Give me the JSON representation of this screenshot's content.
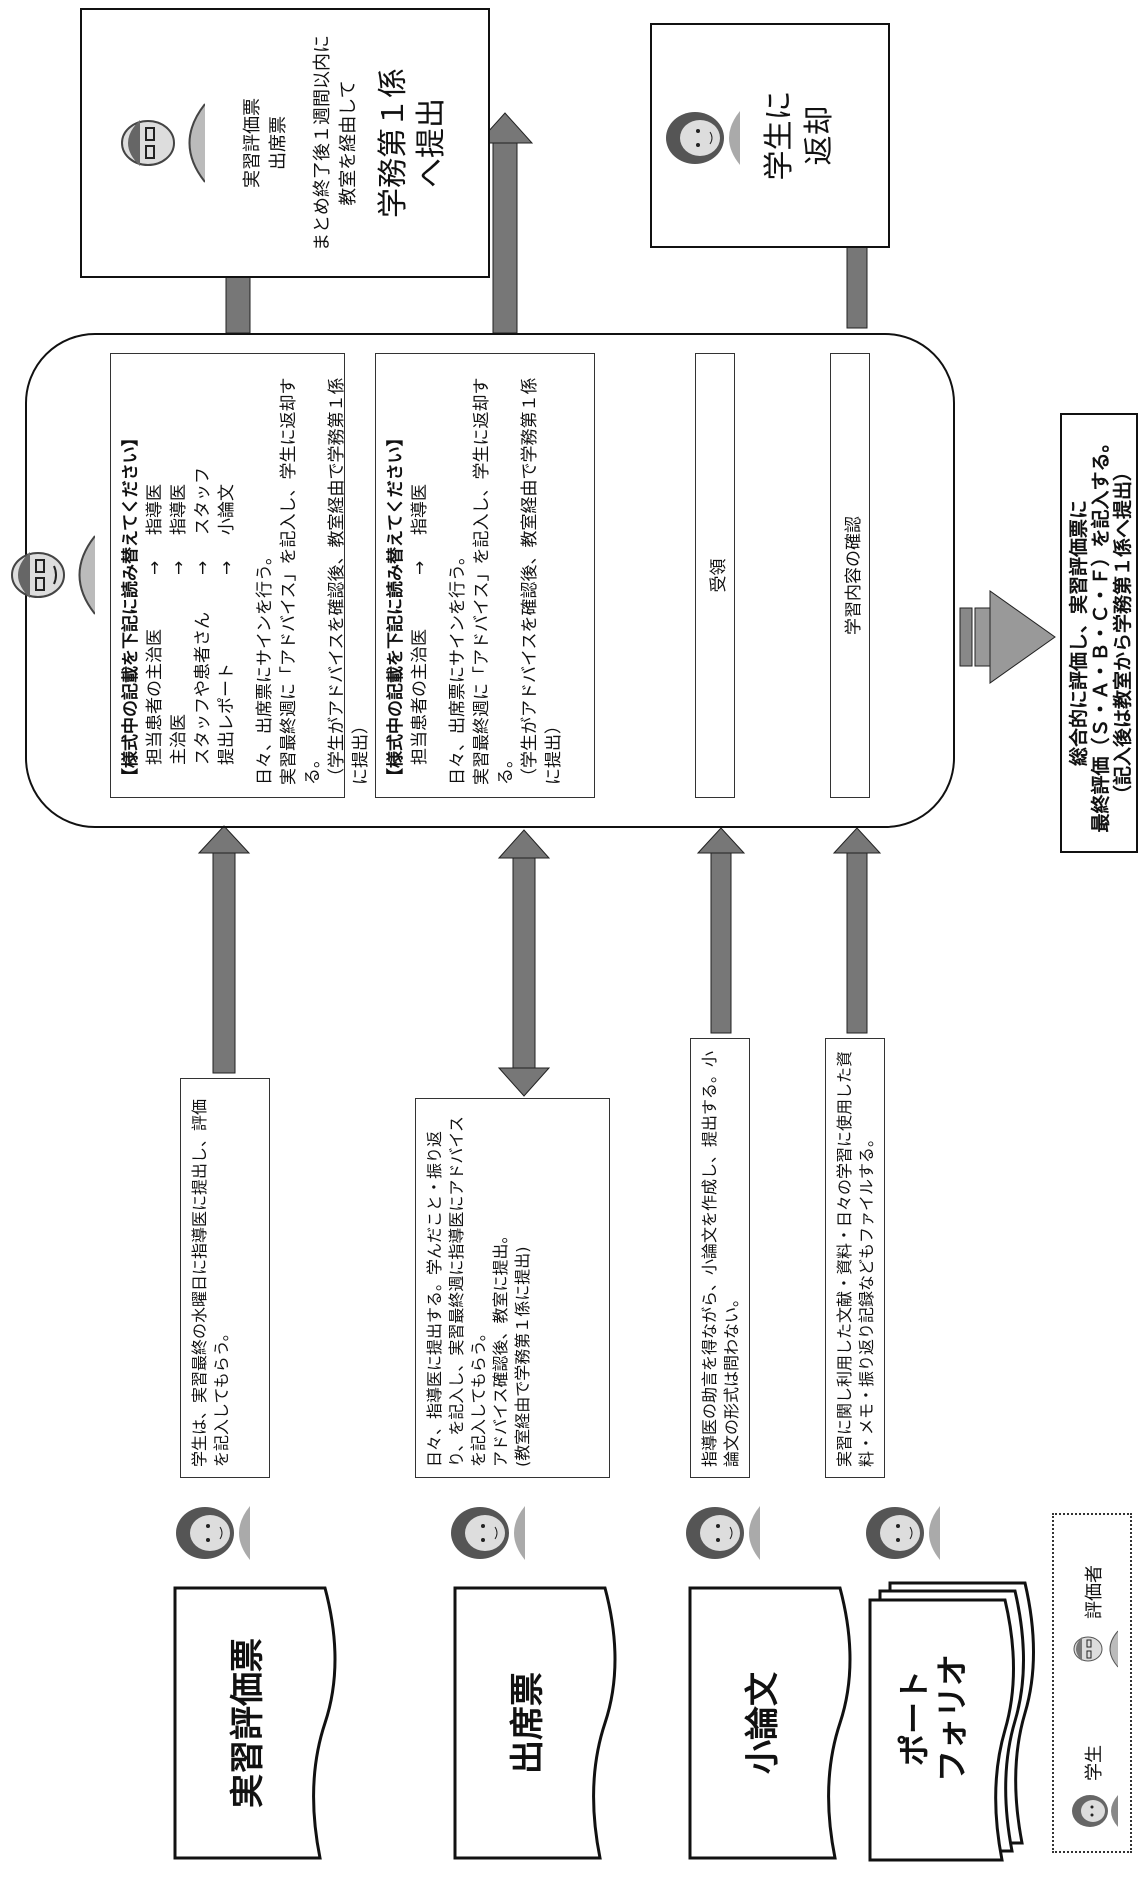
{
  "legend": {
    "student": "学生",
    "evaluator": "評価者"
  },
  "documents": [
    {
      "id": "jisshu-hyoka",
      "label": "実習評価票"
    },
    {
      "id": "shusseki",
      "label": "出席票"
    },
    {
      "id": "shoronbun",
      "label": "小論文"
    },
    {
      "id": "portfolio",
      "label": "ポート\nフォリオ"
    }
  ],
  "student_notes": [
    "学生は、実習最終の水曜日に指導医に提出し、評価を記入してもらう。",
    "日々、指導医に提出する。学んだこと・振り返り、を記入し、実習最終週に指導医にアドバイスを記入してもらう。\nアドバイス確認後、教室に提出。\n(教室経由で学務第１係に提出)",
    "指導医の助言を得ながら、小論文を作成し、提出する。小論文の形式は問わない。",
    "実習に関し利用した文献・資料・日々の学習に使用した資料・メモ・振り返り記録などもファイルする。"
  ],
  "eval_box1": {
    "heading": "【様式中の記載を下記に読み替えてください】",
    "mapping": [
      [
        "担当患者の主治医",
        "→",
        "指導医"
      ],
      [
        "主治医",
        "→",
        "指導医"
      ],
      [
        "スタッフや患者さん",
        "→",
        "スタッフ"
      ],
      [
        "提出レポート",
        "→",
        "小論文"
      ]
    ],
    "body": "日々、出席票にサインを行う。\n実習最終週に「アドバイス」を記入し、学生に返却する。\n（学生がアドバイスを確認後、教室経由で学務第１係に提出）"
  },
  "eval_box2": {
    "heading": "【様式中の記載を下記に読み替えてください】",
    "mapping": [
      [
        "担当患者の主治医",
        "→",
        "指導医"
      ]
    ],
    "body": "日々、出席票にサインを行う。\n実習最終週に「アドバイス」を記入し、学生に返却する。\n（学生がアドバイスを確認後、教室経由で学務第１係に提出）"
  },
  "eval_box3": {
    "text": "受領"
  },
  "eval_box4": {
    "text": "学習内容の確認"
  },
  "result_top": {
    "small": "実習評価票\n出席票",
    "medium": "まとめ終了後１週間以内に\n教室を経由して",
    "large": "学務第１係\nへ提出"
  },
  "result_return": {
    "text": "学生に\n返却"
  },
  "final": {
    "text": "総合的に評価し、実習評価票に\n最終評価（Ｓ・Ａ・Ｂ・Ｃ・Ｆ）を記入する。\n（記入後は教室から学務第１係へ提出）"
  }
}
